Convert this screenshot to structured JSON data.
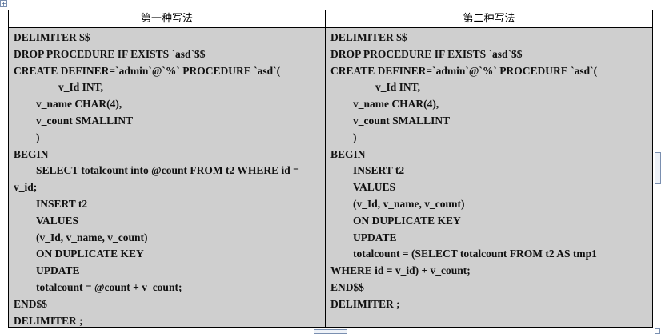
{
  "table": {
    "header_left": "第一种写法",
    "header_right": "第二种写法",
    "left_lines": [
      {
        "indent": 0,
        "text": "DELIMITER $$"
      },
      {
        "indent": 0,
        "text": "DROP PROCEDURE IF EXISTS `asd`$$"
      },
      {
        "indent": 0,
        "text": "CREATE DEFINER=`admin`@`%` PROCEDURE `asd`("
      },
      {
        "indent": 2,
        "text": "v_Id INT,"
      },
      {
        "indent": 1,
        "text": "v_name CHAR(4),"
      },
      {
        "indent": 1,
        "text": "v_count SMALLINT"
      },
      {
        "indent": 1,
        "text": ")"
      },
      {
        "indent": 0,
        "text": "BEGIN"
      },
      {
        "indent": 1,
        "text": "SELECT totalcount into @count FROM t2 WHERE id ="
      },
      {
        "indent": 0,
        "text": "v_id;"
      },
      {
        "indent": 1,
        "text": "INSERT t2"
      },
      {
        "indent": 1,
        "text": "VALUES"
      },
      {
        "indent": 1,
        "text": "(v_Id, v_name, v_count)"
      },
      {
        "indent": 1,
        "text": "ON DUPLICATE KEY"
      },
      {
        "indent": 1,
        "text": "UPDATE"
      },
      {
        "indent": 1,
        "text": "totalcount = @count + v_count;"
      },
      {
        "indent": 0,
        "text": "END$$"
      },
      {
        "indent": 0,
        "text": "DELIMITER ;"
      }
    ],
    "right_lines": [
      {
        "indent": 0,
        "text": "DELIMITER $$"
      },
      {
        "indent": 0,
        "text": "DROP PROCEDURE IF EXISTS `asd`$$"
      },
      {
        "indent": 0,
        "text": "CREATE DEFINER=`admin`@`%` PROCEDURE `asd`("
      },
      {
        "indent": 2,
        "text": "v_Id INT,"
      },
      {
        "indent": 1,
        "text": "v_name CHAR(4),"
      },
      {
        "indent": 1,
        "text": "v_count SMALLINT"
      },
      {
        "indent": 1,
        "text": ")"
      },
      {
        "indent": 0,
        "text": "BEGIN"
      },
      {
        "indent": 1,
        "text": "INSERT t2"
      },
      {
        "indent": 1,
        "text": "VALUES"
      },
      {
        "indent": 1,
        "text": "(v_Id, v_name, v_count)"
      },
      {
        "indent": 1,
        "text": "ON DUPLICATE KEY"
      },
      {
        "indent": 1,
        "text": "UPDATE"
      },
      {
        "indent": 1,
        "text": "totalcount = (SELECT totalcount FROM t2 AS tmp1"
      },
      {
        "indent": 0,
        "text": "WHERE id = v_id) + v_count;"
      },
      {
        "indent": 0,
        "text": "END$$"
      },
      {
        "indent": 0,
        "text": "DELIMITER ;"
      }
    ]
  },
  "colors": {
    "cell_background": "#cfcfcf",
    "border": "#000000",
    "spellcheck_underline": "#dd2233"
  },
  "icons": {
    "table_move_handle": "move-icon"
  }
}
